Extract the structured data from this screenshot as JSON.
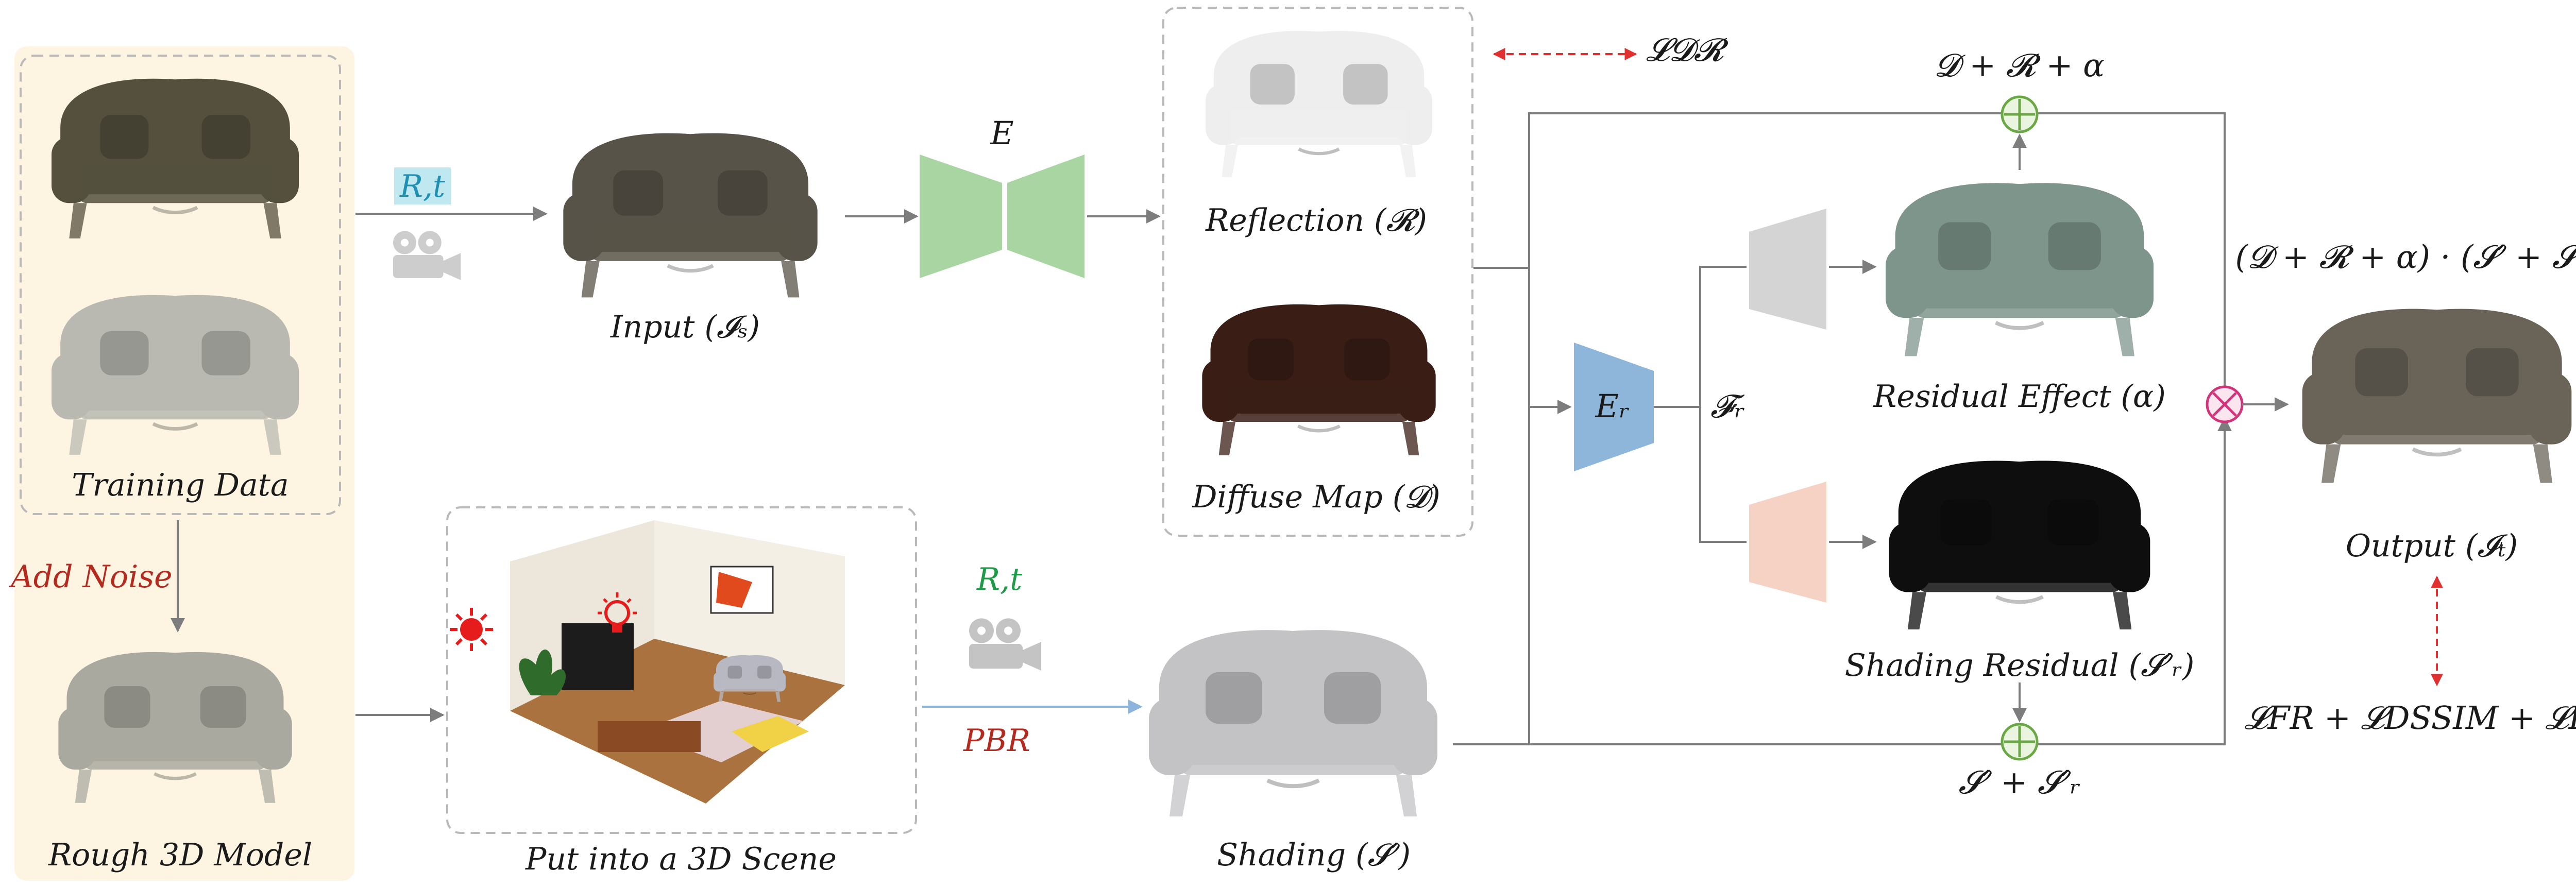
{
  "labels": {
    "training_data": "Training Data",
    "add_noise": "Add Noise",
    "rough_model": "Rough 3D Model",
    "put_into_scene": "Put into a 3D Scene",
    "input": "Input (𝓘ₛ)",
    "reflection": "Reflection (𝓡)",
    "diffuse_map": "Diffuse Map (𝓓)",
    "shading": "Shading (𝓢′)",
    "residual_effect": "Residual Effect (α)",
    "shading_residual": "Shading Residual (𝓢′ᵣ)",
    "output": "Output (𝓘ₜ)",
    "encoder_e": "E",
    "encoder_er": "Eᵣ",
    "feature_fr": "𝓕ᵣ",
    "rt_top": "R,t",
    "rt_bottom": "R,t",
    "pbr": "PBR",
    "loss_dr": "𝓛𝓓𝓡",
    "sum_top": "𝓓 + 𝓡 + α",
    "sum_bottom": "𝓢′ + 𝓢′ᵣ",
    "product": "(𝓓 + 𝓡 + α) · (𝓢′ + 𝓢′ᵣ)",
    "loss_total": "𝓛FR + 𝓛DSSIM + 𝓛Lab"
  },
  "icons": [
    "sofa-image",
    "camera-icon",
    "plus-circle-icon",
    "times-circle-icon",
    "light-bulb-icon",
    "sun-light-icon"
  ],
  "colors": {
    "panel_bg": "#fdf4e2",
    "encoder_e": "#a8d5a1",
    "encoder_er": "#8db6da",
    "decoder_gray": "#d4d4d4",
    "decoder_peach": "#f6d2c4",
    "plus_circle": "#6aa845",
    "times_circle": "#d2347a",
    "loss_arrow": "#e03030",
    "pbr_arrow": "#8cb4dc",
    "arrow": "#7d7d7d"
  }
}
